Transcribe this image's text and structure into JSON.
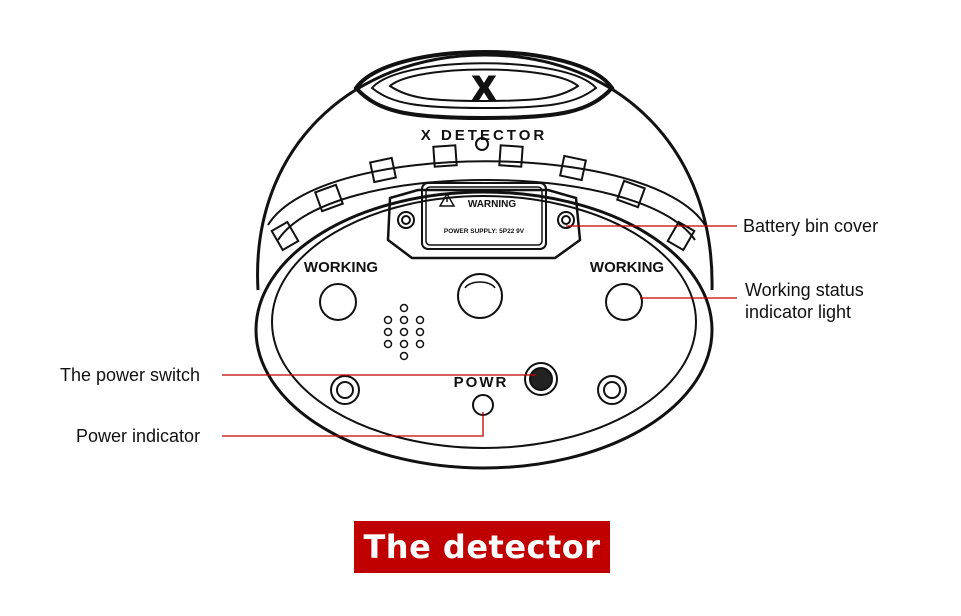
{
  "device": {
    "logo_letter": "X",
    "brand": "X DETECTOR",
    "warning_title": "WARNING",
    "warning_text": "POWER SUPPLY: 5P22 9V",
    "working_left": "WORKING",
    "working_right": "WORKING",
    "power_label": "POWR"
  },
  "callouts": {
    "battery_bin_cover": "Battery bin cover",
    "working_status_line1": "Working status",
    "working_status_line2": "indicator light",
    "power_switch": "The power switch",
    "power_indicator": "Power indicator"
  },
  "title": "The detector",
  "colors": {
    "accent": "#c00000",
    "leader_line": "#c00000",
    "outline": "#111111"
  }
}
